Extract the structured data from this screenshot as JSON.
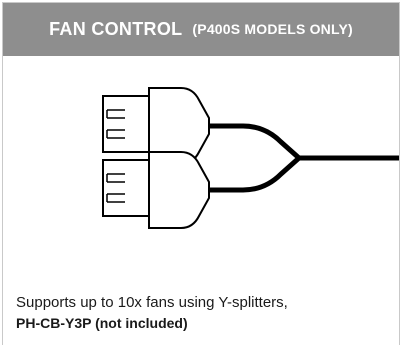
{
  "header": {
    "title": "FAN CONTROL",
    "subtitle": "(P400S MODELS ONLY)"
  },
  "diagram": {
    "connector_count": 2,
    "connector_icon": "fan-connector-icon",
    "cable_icon": "y-splitter-cable-icon"
  },
  "caption": {
    "text": "Supports up to 10x fans using  Y-splitters,",
    "part": "PH-CB-Y3P (not included)"
  },
  "colors": {
    "header_bg": "#8e8e8e",
    "header_text": "#ffffff",
    "line": "#000000",
    "text": "#1a1a1a"
  }
}
